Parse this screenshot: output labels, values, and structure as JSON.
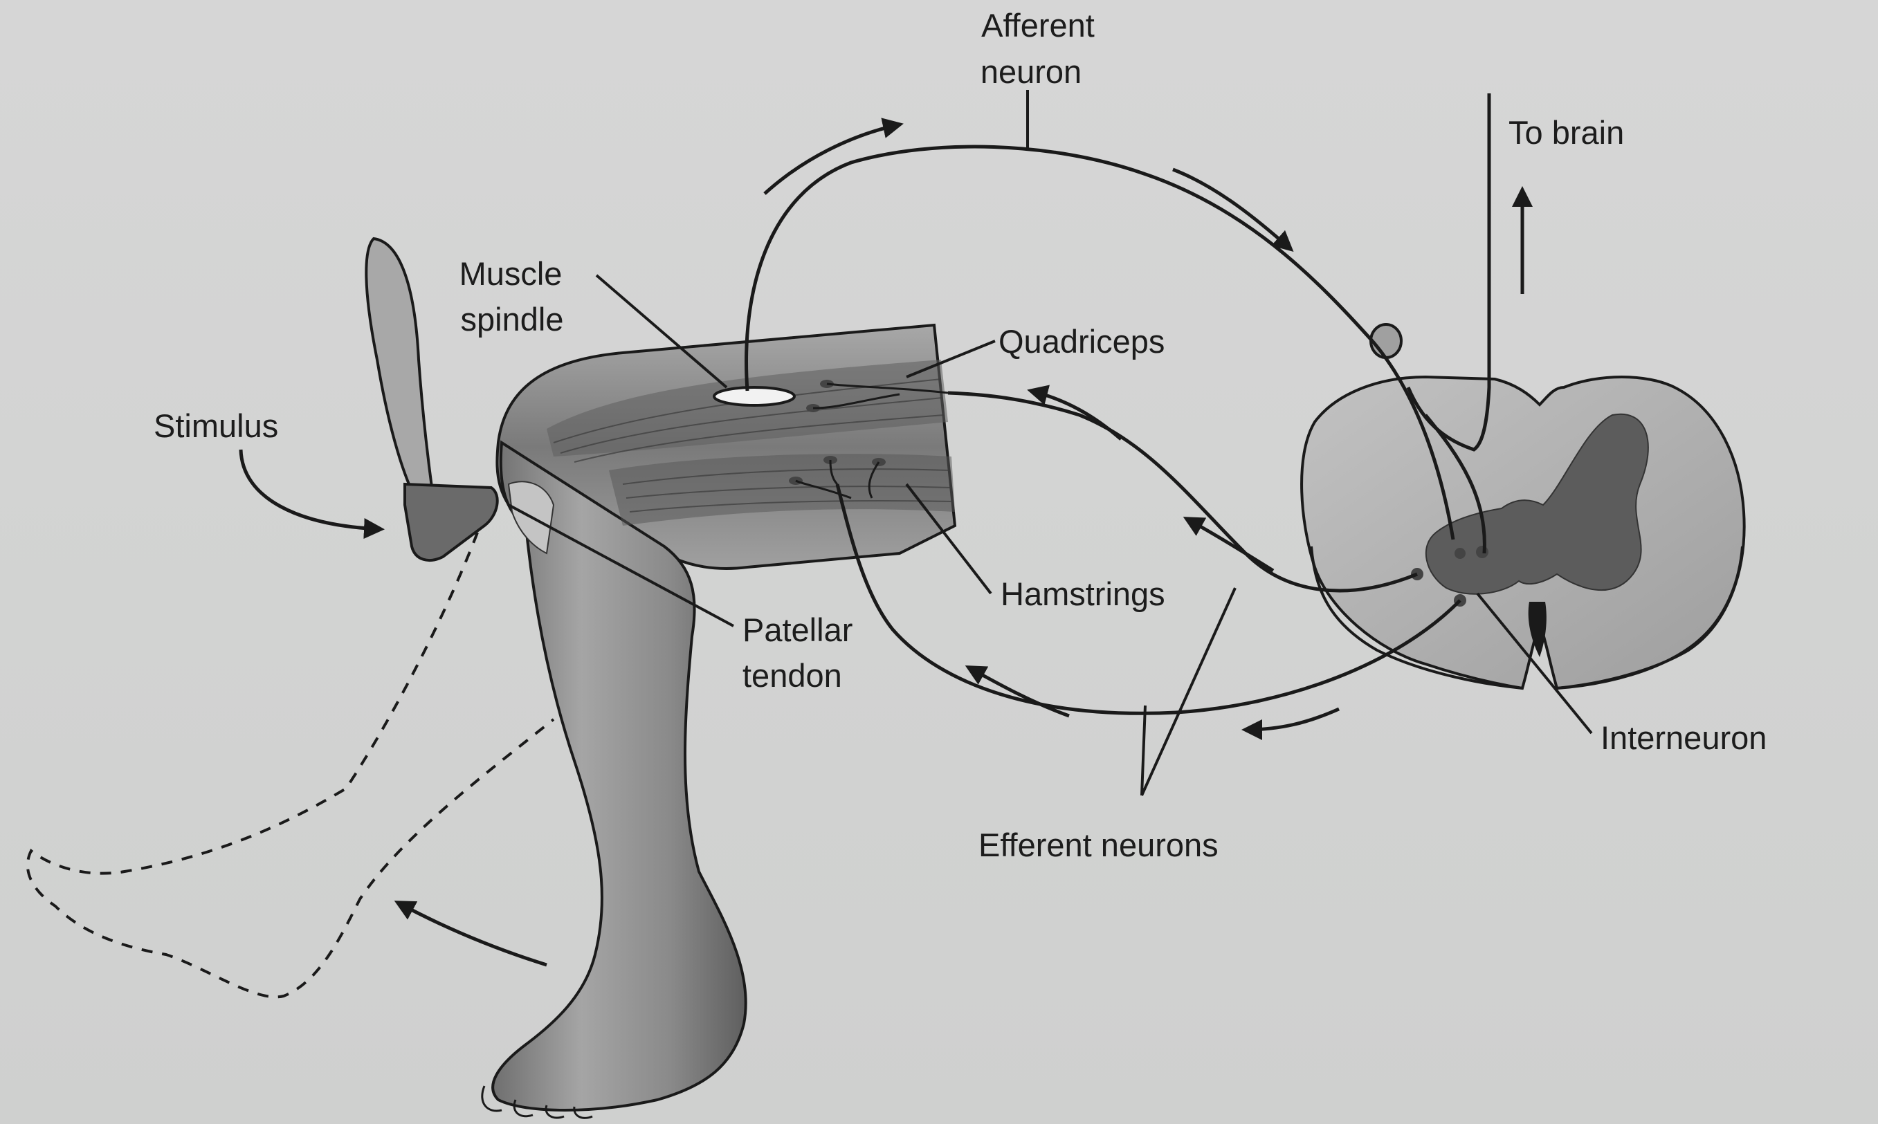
{
  "labels": {
    "afferent_neuron": [
      "Afferent",
      "neuron"
    ],
    "to_brain": "To brain",
    "muscle_spindle": [
      "Muscle",
      "spindle"
    ],
    "quadriceps": "Quadriceps",
    "stimulus": "Stimulus",
    "hamstrings": "Hamstrings",
    "patellar_tendon": [
      "Patellar",
      "tendon"
    ],
    "interneuron": "Interneuron",
    "efferent_neurons": "Efferent neurons"
  },
  "colors": {
    "background": "#d4d4d4",
    "line": "#1a1a1a",
    "skin": "#8f8f8f",
    "muscle": "#6e6e6e",
    "cord_white": "#b4b4b4",
    "cord_gray": "#5d5d5d"
  }
}
